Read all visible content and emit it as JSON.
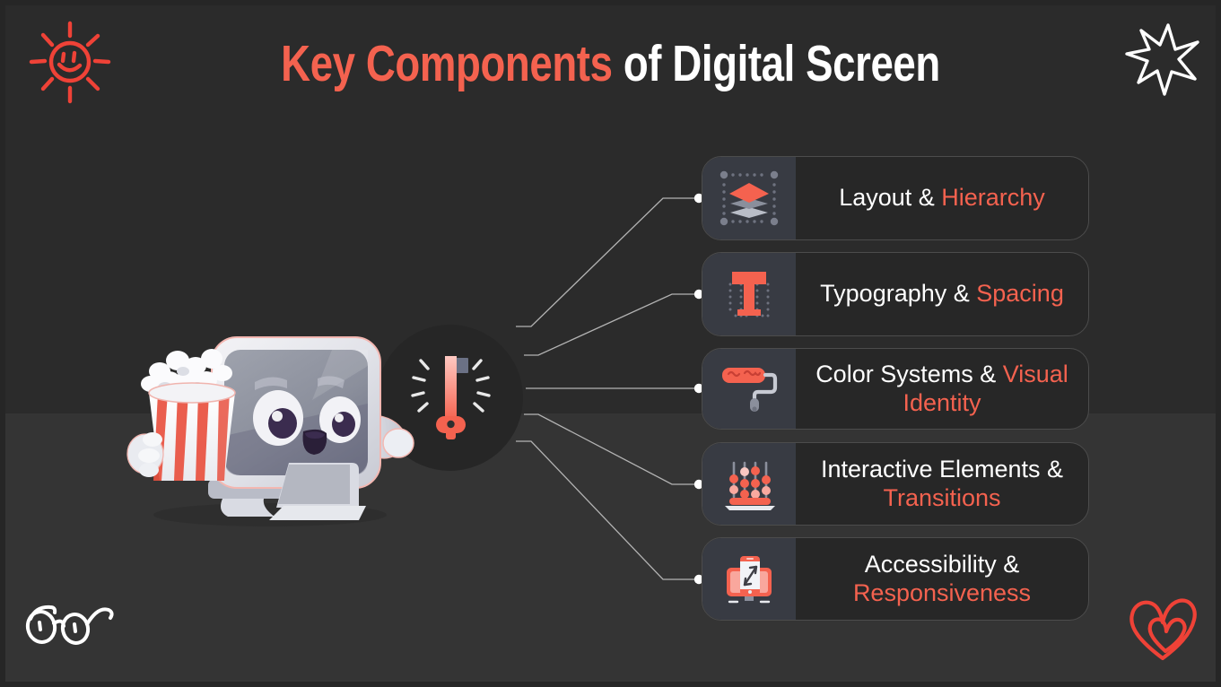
{
  "slide": {
    "title_accent": "Key Components",
    "title_plain": " of Digital Screen",
    "background_color": "#2e2e2e",
    "wall_color": "#2b2b2b",
    "floor_color": "#343434",
    "accent_color": "#f4624f",
    "text_color": "#ffffff",
    "card_bg_color": "#272727",
    "card_icon_bg_color": "#383b43",
    "card_border_color": "#4c4c4c",
    "connector_color": "#b8b8b8"
  },
  "hub": {
    "icon_name": "key-highlight-icon",
    "circle_color": "#262626"
  },
  "character": {
    "name": "monitor-character-with-popcorn"
  },
  "cards": [
    {
      "icon_name": "layers-icon",
      "label_plain": "Layout & ",
      "label_accent": "Hierarchy",
      "label_full": "Layout & Hierarchy"
    },
    {
      "icon_name": "typography-t-icon",
      "label_plain": "Typography & ",
      "label_accent": "Spacing",
      "label_full": "Typography & Spacing"
    },
    {
      "icon_name": "paint-roller-icon",
      "label_plain": "Color Systems & ",
      "label_accent": "Visual Identity",
      "label_full": "Color Systems & Visual Identity"
    },
    {
      "icon_name": "abacus-slider-icon",
      "label_plain": "Interactive Elements & ",
      "label_accent": "Transitions",
      "label_full": "Interactive Elements & Transitions"
    },
    {
      "icon_name": "responsive-devices-icon",
      "label_plain": "Accessibility & ",
      "label_accent": "Responsiveness",
      "label_full": "Accessibility & Responsiveness"
    }
  ],
  "doodles": [
    {
      "name": "sun-doodle",
      "color": "#ef4237"
    },
    {
      "name": "star-doodle",
      "color": "#ffffff"
    },
    {
      "name": "glasses-doodle",
      "color": "#ffffff"
    },
    {
      "name": "hearts-doodle",
      "color": "#ef4237"
    }
  ]
}
